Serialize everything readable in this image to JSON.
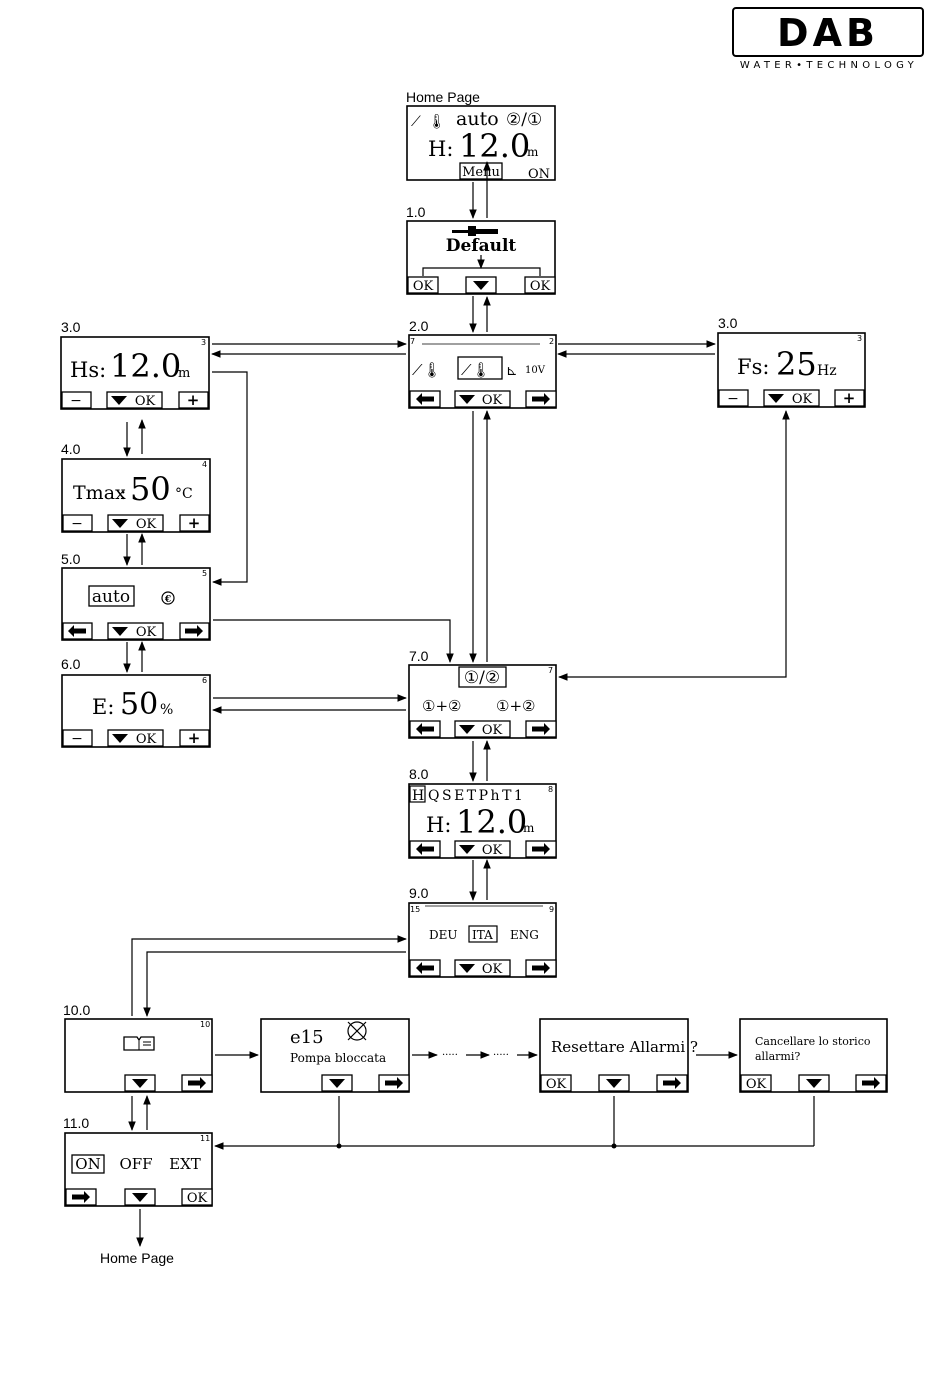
{
  "logo": {
    "brand": "DAB",
    "tagline": "WATER•TECHNOLOGY"
  },
  "labels": {
    "home_top": "Home Page",
    "s1": "1.0",
    "s2": "2.0",
    "s3_left": "3.0",
    "s3_right": "3.0",
    "s4": "4.0",
    "s5": "5.0",
    "s6": "6.0",
    "s7": "7.0",
    "s8": "8.0",
    "s9": "9.0",
    "s10": "10.0",
    "s11": "11.0",
    "home_bottom": "Home Page"
  },
  "screens": {
    "home": {
      "mode": "auto",
      "pumps": "②/①",
      "h_prefix": "H:",
      "h_value": "12.0",
      "h_unit": "m",
      "menu": "Menu",
      "state": "ON"
    },
    "s1": {
      "title": "Default",
      "ok": "OK"
    },
    "s2": {
      "n_left": "7",
      "n_right": "2",
      "tenv": "10V"
    },
    "s3l": {
      "label": "Hs:",
      "value": "12.0",
      "unit": "m",
      "num": "3",
      "ok": "OK",
      "minus": "−",
      "plus": "+"
    },
    "s3r": {
      "label": "Fs:",
      "value": "25",
      "unit": "Hz",
      "num": "3",
      "ok": "OK",
      "minus": "−",
      "plus": "+"
    },
    "s4": {
      "label": "Tmax",
      "colon": ":",
      "value": "50",
      "unit": "°C",
      "num": "4",
      "ok": "OK",
      "minus": "−",
      "plus": "+"
    },
    "s5": {
      "mode": "auto",
      "sym": "€",
      "num": "5",
      "ok": "OK"
    },
    "s6": {
      "label": "E:",
      "value": "50",
      "unit": "%",
      "num": "6",
      "ok": "OK",
      "minus": "−",
      "plus": "+"
    },
    "s7": {
      "top": "①/②",
      "left": "①+②",
      "right": "①+②",
      "num": "7",
      "ok": "OK"
    },
    "s8": {
      "tabs_first": "H",
      "tabs_rest": "QSETPhT1",
      "h_prefix": "H:",
      "h_value": "12.0",
      "h_unit": "m",
      "num": "8",
      "ok": "OK"
    },
    "s9": {
      "lang1": "DEU",
      "lang2": "ITA",
      "lang3": "ENG",
      "n_left": "15",
      "n_right": "9",
      "ok": "OK"
    },
    "s10": {
      "num": "10"
    },
    "err": {
      "code": "e15",
      "message": "Pompa bloccata"
    },
    "reset": {
      "question": "Resettare Allarmi ?",
      "ok": "OK"
    },
    "clear": {
      "line1": "Cancellare lo storico",
      "line2": "allarmi?",
      "ok": "OK"
    },
    "s11": {
      "on": "ON",
      "off": "OFF",
      "ext": "EXT",
      "num": "11",
      "ok": "OK"
    },
    "flow_dots": "·····"
  }
}
